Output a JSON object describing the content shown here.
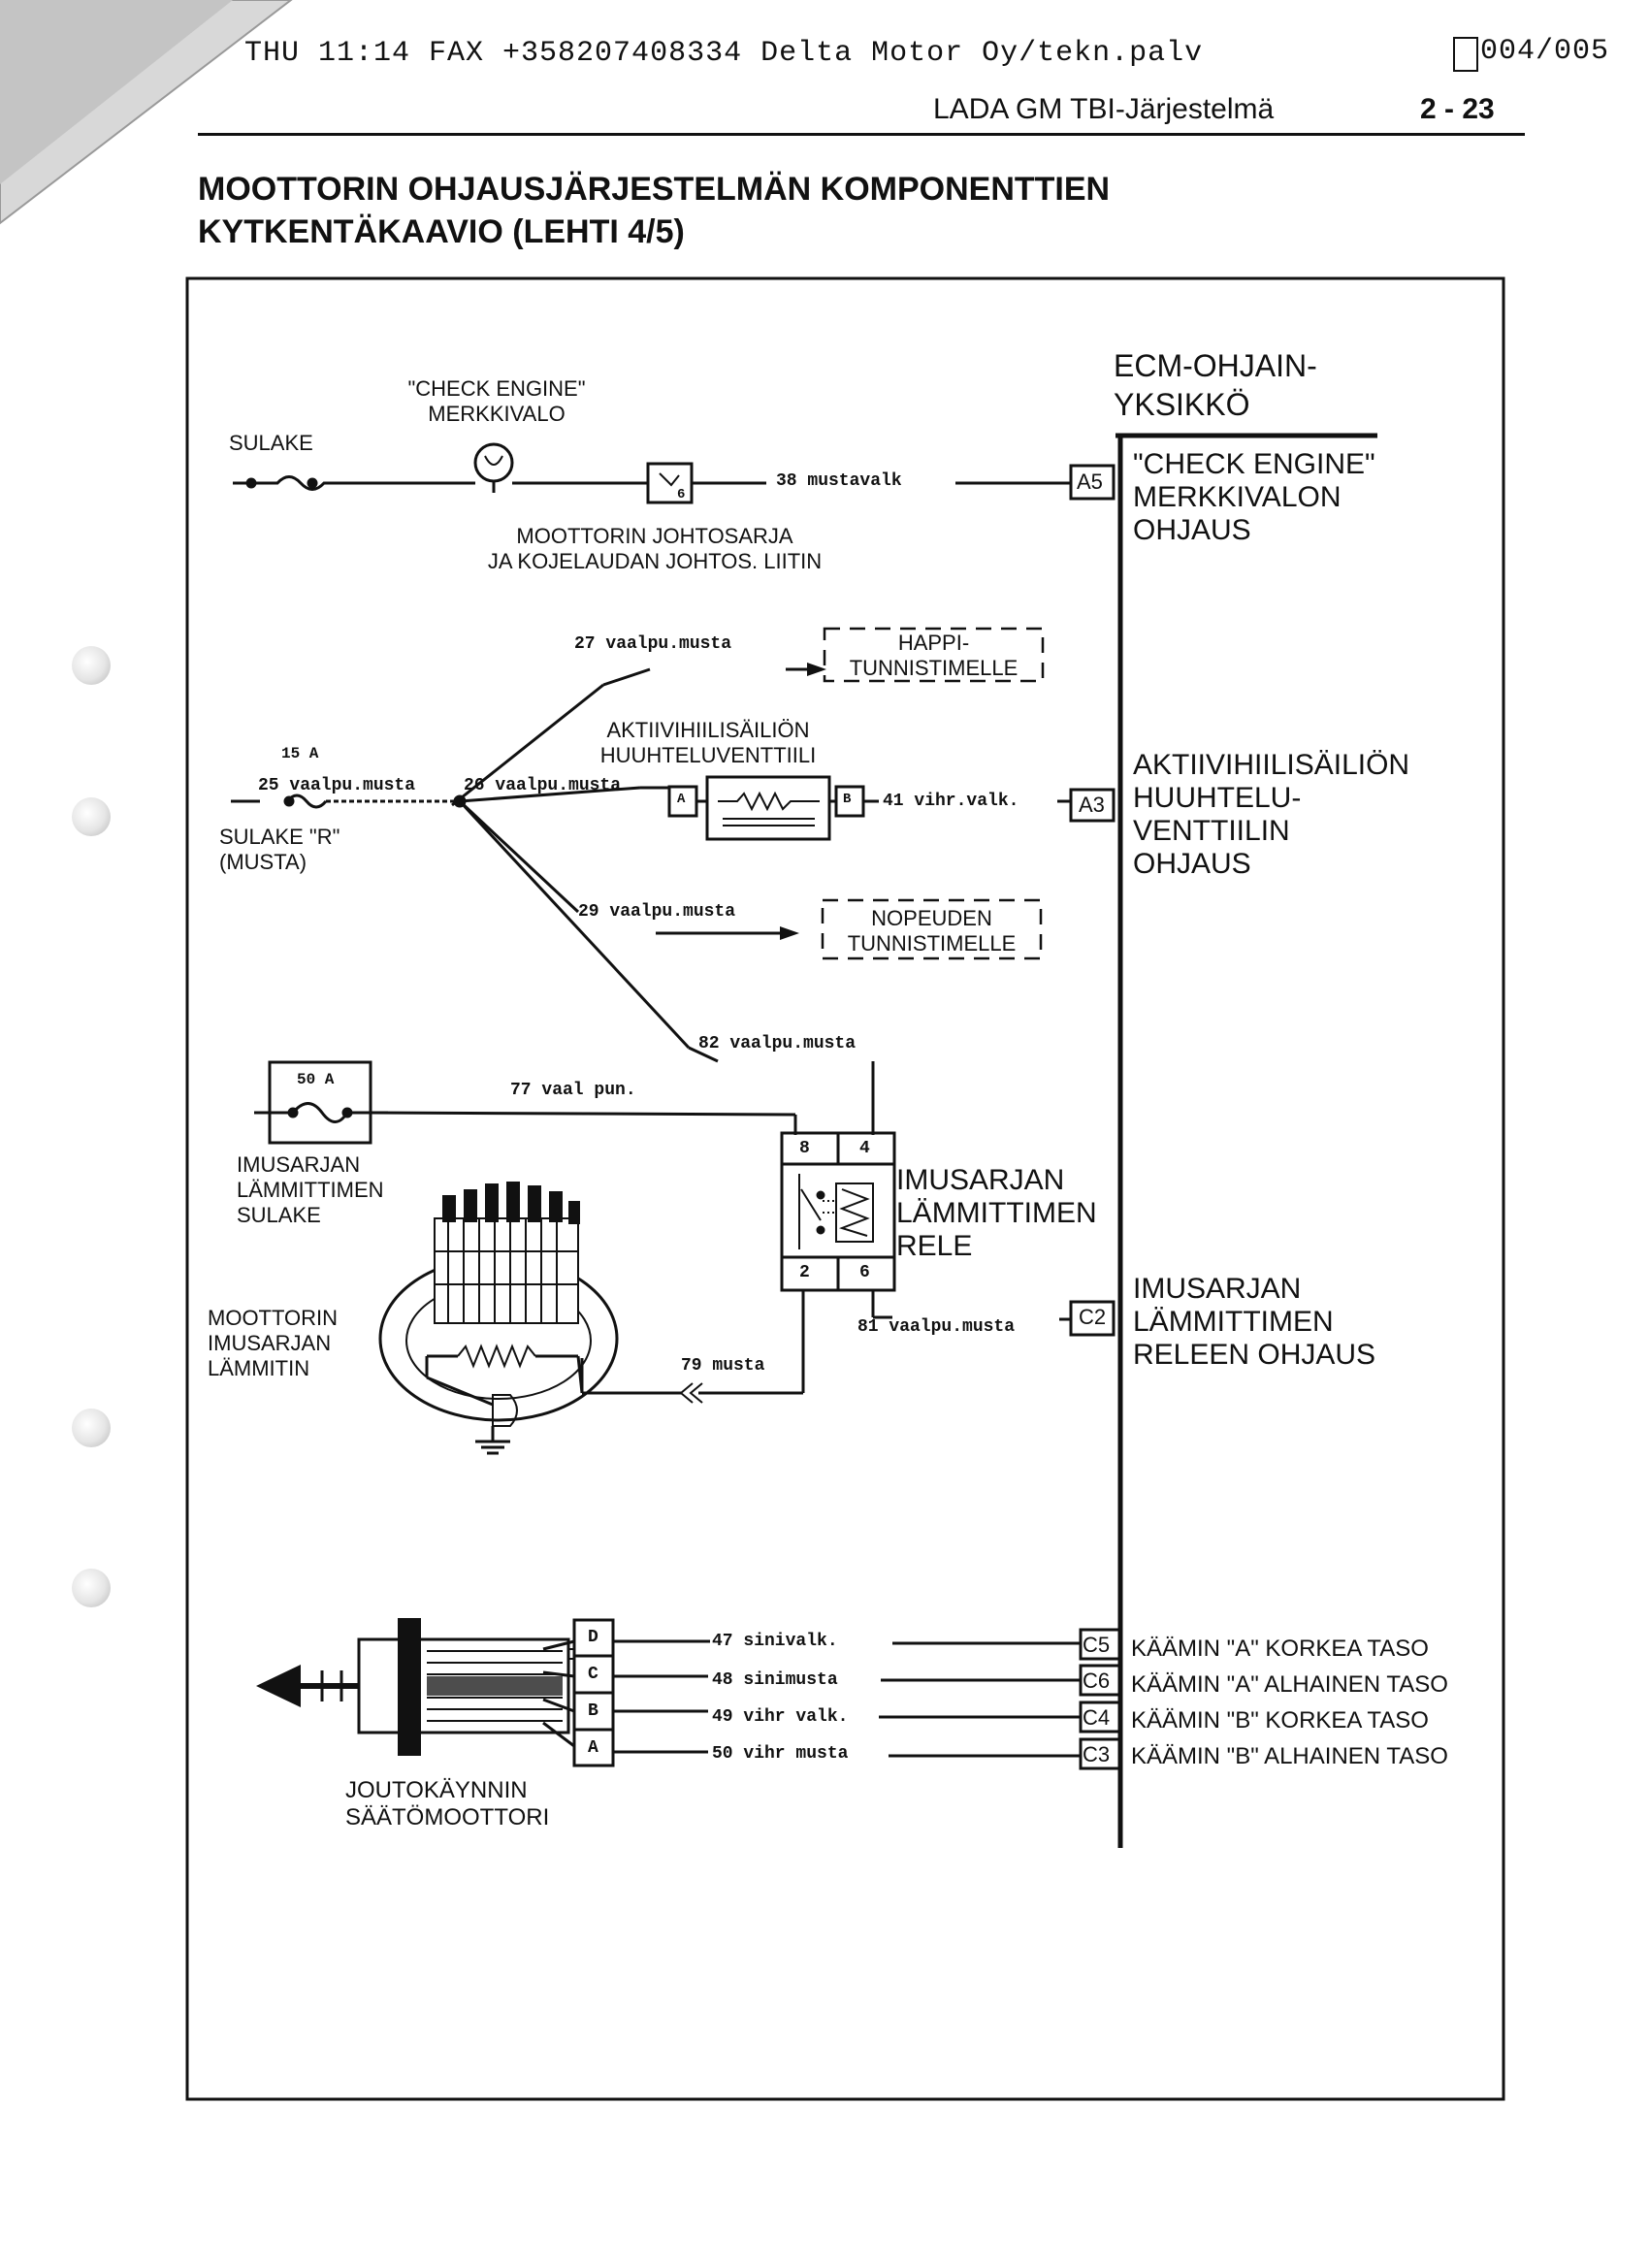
{
  "fax_header": {
    "left": "THU 11:14  FAX +358207408334 Delta Motor Oy/tekn.palv",
    "right": "004/005"
  },
  "running_header": {
    "title": "LADA GM TBI-Järjestelmä",
    "page": "2 - 23"
  },
  "page_title": {
    "line1": "MOOTTORIN OHJAUSJÄRJESTELMÄN KOMPONENTTIEN",
    "line2": "KYTKENTÄKAAVIO (LEHTI 4/5)"
  },
  "diagram": {
    "ecm": {
      "title_line1": "ECM-OHJAIN-",
      "title_line2": "YKSIKKÖ"
    },
    "components": {
      "sulake": "SULAKE",
      "check_engine_lamp": [
        "\"CHECK ENGINE\"",
        "MERKKIVALO"
      ],
      "harness_connector": [
        "MOOTTORIN JOHTOSARJA",
        "JA KOJELAUDAN JOHTOS. LIITIN"
      ],
      "happi_sensor": [
        "HAPPI-",
        "TUNNISTIMELLE"
      ],
      "purge_valve": [
        "AKTIIVIHIILISÄILIÖN",
        "HUUHTELUVENTTIILI"
      ],
      "fuse_15a": "15 A",
      "sulake_r": [
        "SULAKE \"R\"",
        "(MUSTA)"
      ],
      "speed_sensor": [
        "NOPEUDEN",
        "TUNNISTIMELLE"
      ],
      "fuse_50a": "50 A",
      "heater_fuse": [
        "IMUSARJAN",
        "LÄMMITTIMEN",
        "SULAKE"
      ],
      "heater_relay": [
        "IMUSARJAN",
        "LÄMMITTIMEN",
        "RELE"
      ],
      "heater": [
        "MOOTTORIN",
        "IMUSARJAN",
        "LÄMMITIN"
      ],
      "iac_motor": [
        "JOUTOKÄYNNIN",
        "SÄÄTÖMOOTTORI"
      ]
    },
    "wires": {
      "w38": "38 mustavalk",
      "w27": "27 vaalpu.musta",
      "w25": "25 vaalpu.musta",
      "w26": "26 vaalpu.musta",
      "w41": "41 vihr.valk.",
      "w29": "29 vaalpu.musta",
      "w82": "82 vaalpu.musta",
      "w77": "77 vaal pun.",
      "w81": "81 vaalpu.musta",
      "w79": "79 musta",
      "w47": "47 sinivalk.",
      "w48": "48 sinimusta",
      "w49": "49 vihr valk.",
      "w50": "50 vihr musta"
    },
    "pins": {
      "a5": "A5",
      "a3": "A3",
      "c2": "C2",
      "c5": "C5",
      "c6": "C6",
      "c4": "C4",
      "c3": "C3",
      "valve_a": "A",
      "valve_b": "B",
      "relay_8": "8",
      "relay_4": "4",
      "relay_2": "2",
      "relay_6": "6",
      "iac_d": "D",
      "iac_c": "C",
      "iac_b": "B",
      "iac_a": "A",
      "conn_6": "6"
    },
    "functions": {
      "check_engine": [
        "\"CHECK ENGINE\"",
        "MERKKIVALON",
        "OHJAUS"
      ],
      "purge": [
        "AKTIIVIHIILISÄILIÖN",
        "HUUHTELU-",
        "VENTTIILIN",
        "OHJAUS"
      ],
      "heater_relay_ctrl": [
        "IMUSARJAN",
        "LÄMMITTIMEN",
        "RELEEN OHJAUS"
      ],
      "coil_a_high": "KÄÄMIN \"A\" KORKEA TASO",
      "coil_a_low": "KÄÄMIN \"A\" ALHAINEN TASO",
      "coil_b_high": "KÄÄMIN \"B\" KORKEA TASO",
      "coil_b_low": "KÄÄMIN \"B\" ALHAINEN TASO"
    }
  }
}
